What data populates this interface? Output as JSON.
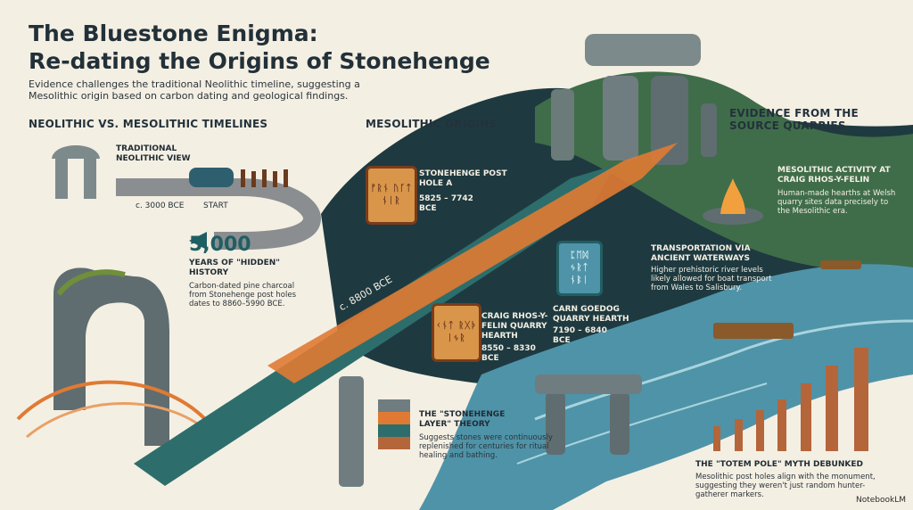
{
  "title_line1": "The Bluestone Enigma:",
  "title_line2": "Re-dating the Origins of Stonehenge",
  "subtitle": "Evidence challenges the traditional Neolithic timeline, suggesting a Mesolithic origin based on carbon dating and geological findings.",
  "timelines": {
    "heading": "NEOLITHIC VS. MESOLITHIC TIMELINES",
    "traditional_label": "TRADITIONAL NEOLITHIC VIEW",
    "date_3000": "c. 3000 BCE",
    "start_label": "START",
    "years_number": "5,000",
    "years_text": "YEARS OF \"HIDDEN\" HISTORY",
    "years_desc": "Carbon-dated pine charcoal from Stonehenge post holes dates to 8860–5990 BCE.",
    "date_8800": "c. 8800 BCE"
  },
  "mesolithic": {
    "heading": "MESOLITHIC ORIGINS",
    "post_hole_label": "STONEHENGE POST HOLE A",
    "post_hole_date": "5825 – 7742 BCE",
    "craig_label": "CRAIG RHOS-Y-FELIN QUARRY HEARTH",
    "craig_date": "8550 – 8330 BCE",
    "carn_label": "CARN GOEDOG QUARRY HEARTH",
    "carn_date": "7190 – 6840 BCE",
    "rune_a": "ᚠᚱᚾ ᚢᚴᛏ ᚾᛁᚱ",
    "rune_b": "ᚲᚾᛏ ᚱᚷᚦ ᛁᛃᚱ",
    "rune_c": "ᛈᛖᛞ ᛃᚱᛏ ᚾᛒᛁ"
  },
  "evidence": {
    "heading": "EVIDENCE FROM THE SOURCE QUARRIES",
    "activity_title": "MESOLITHIC ACTIVITY AT CRAIG RHOS-Y-FELIN",
    "activity_desc": "Human-made hearths at Welsh quarry sites data precisely to the Mesolithic era.",
    "transport_title": "TRANSPORTATION VIA ANCIENT WATERWAYS",
    "transport_desc": "Higher prehistoric river levels likely allowed for boat transport from Wales to Salisbury."
  },
  "layer": {
    "title": "THE \"STONEHENGE LAYER\" THEORY",
    "desc": "Suggests stones were continuously replenished for centuries for ritual healing and bathing."
  },
  "totem": {
    "title": "THE \"TOTEM POLE\" MYTH DEBUNKED",
    "desc": "Mesolithic post holes align with the monument, suggesting they weren't just random hunter-gatherer markers."
  },
  "watermark": "NotebookLM",
  "colors": {
    "background": "#f4efe3",
    "teal": "#1f5f63",
    "river": "#4f93a8",
    "orange": "#e07a33",
    "stone": "#6f7d80",
    "moss": "#6f8f3a"
  }
}
